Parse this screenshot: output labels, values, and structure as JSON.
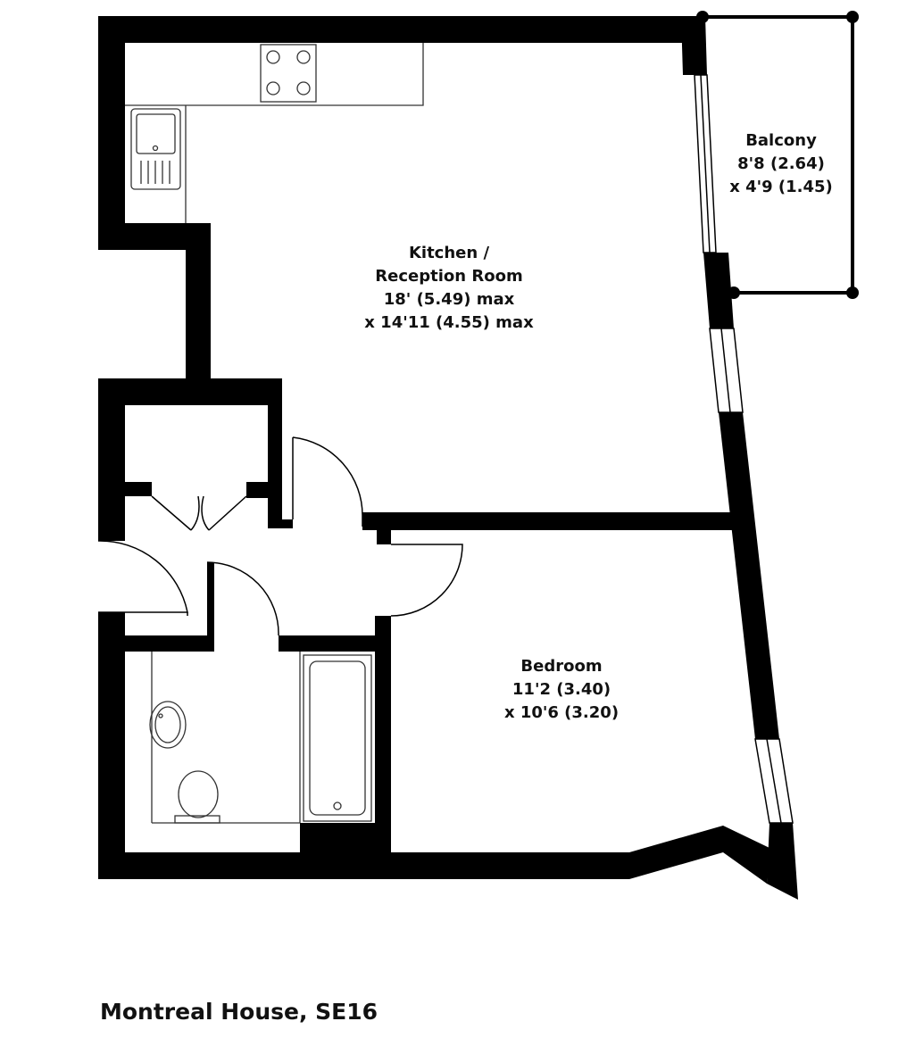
{
  "caption": "Montreal House, SE16",
  "colors": {
    "wall": "#000000",
    "fixture_line": "#333333",
    "text": "#111111",
    "background": "#ffffff"
  },
  "rooms": {
    "kitchen_reception": {
      "name_line1": "Kitchen /",
      "name_line2": "Reception Room",
      "dim_line1": "18' (5.49) max",
      "dim_line2": "x 14'11 (4.55) max"
    },
    "balcony": {
      "name": "Balcony",
      "dim_line1": "8'8 (2.64)",
      "dim_line2": "x 4'9 (1.45)"
    },
    "bedroom": {
      "name": "Bedroom",
      "dim_line1": "11'2 (3.40)",
      "dim_line2": "x 10'6 (3.20)"
    }
  },
  "fixtures": {
    "hob_icon": "hob-icon",
    "sink_icon": "kitchen-sink-icon",
    "bath_icon": "bathtub-icon",
    "basin_icon": "washbasin-icon",
    "toilet_icon": "toilet-icon"
  }
}
